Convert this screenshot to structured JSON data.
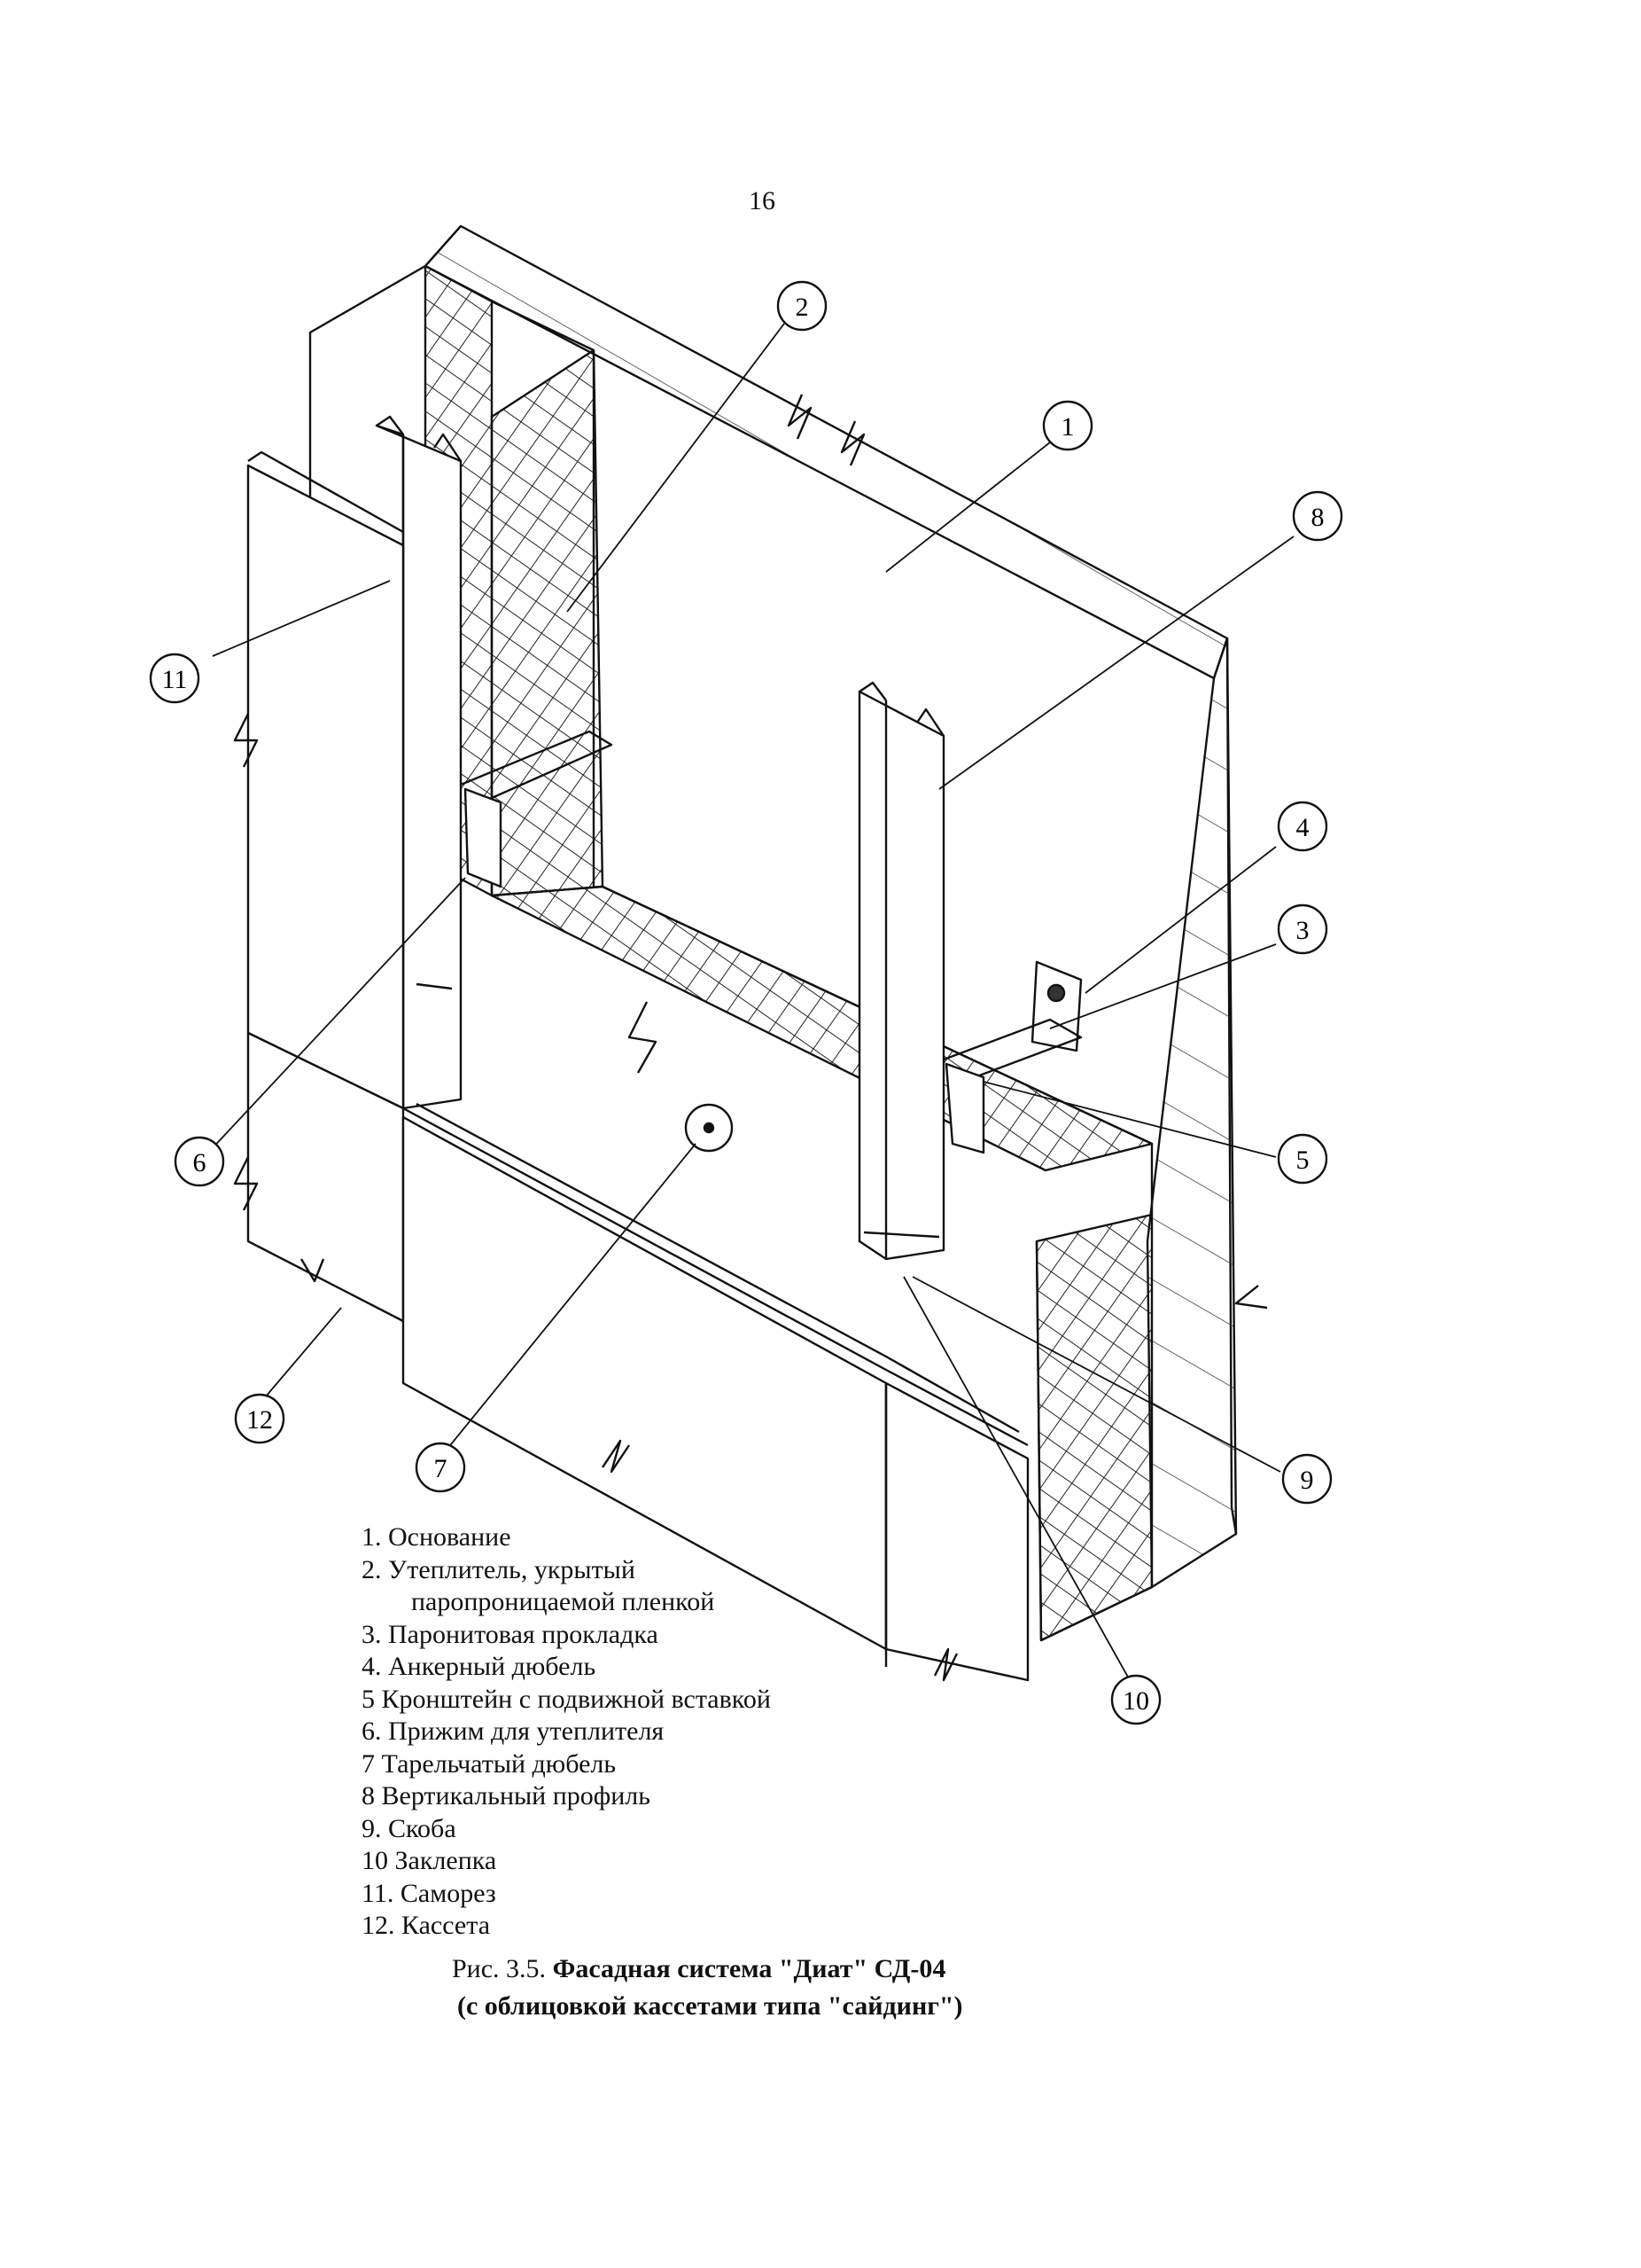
{
  "page": {
    "number": "16"
  },
  "figure": {
    "caption_prefix": "Рис. 3.5.",
    "caption_title": "Фасадная система \"Диат\" СД-04",
    "caption_subtitle": "(с облицовкой кассетами типа \"сайдинг\")"
  },
  "callouts": [
    "1",
    "2",
    "3",
    "4",
    "5",
    "6",
    "7",
    "8",
    "9",
    "10",
    "11",
    "12"
  ],
  "legend": [
    "1. Основание",
    "2. Утеплитель, укрытый",
    "паропроницаемой пленкой",
    "3. Паронитовая прокладка",
    "4. Анкерный дюбель",
    "5 Кронштейн с подвижной вставкой",
    "6. Прижим для утеплителя",
    "7 Тарельчатый дюбель",
    "8 Вертикальный профиль",
    "9. Скоба",
    "10 Заклепка",
    "11. Саморез",
    "12. Кассета"
  ]
}
